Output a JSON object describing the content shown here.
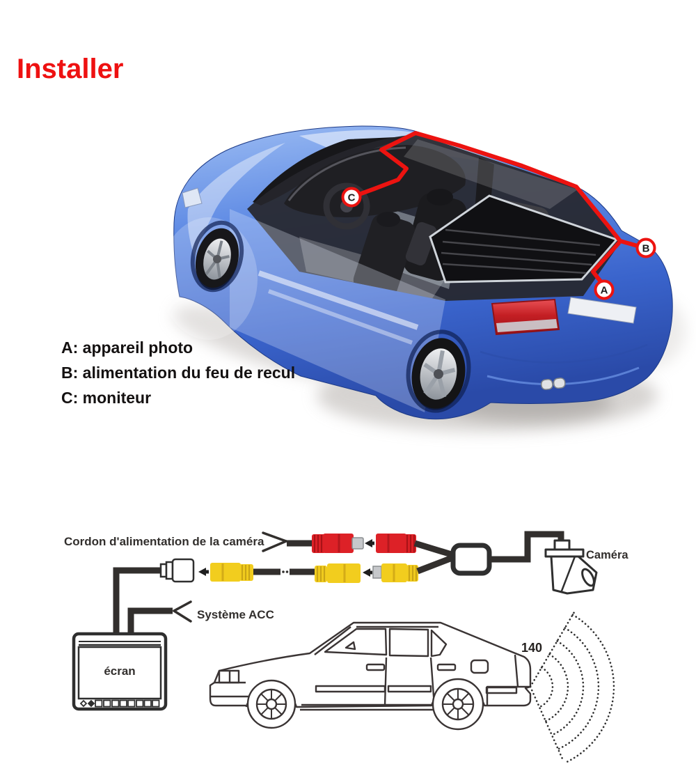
{
  "title": {
    "label": "Installer",
    "color": "#ee1111"
  },
  "diagram_top": {
    "markers": {
      "a": "A",
      "b": "B",
      "c": "C"
    },
    "legend": {
      "line_a": "A: appareil photo",
      "line_b": "B: alimentation du feu de recul",
      "line_c": "C: moniteur"
    },
    "accent_red": "#ec1310",
    "car_blue": "#4a74d8"
  },
  "diagram_bottom": {
    "camera_cord_label": "Cordon d'alimentation de la caméra",
    "acc_label": "Système ACC",
    "screen_label": "écran",
    "camera_label": "Caméra",
    "fov_angle": "140",
    "colors": {
      "rca_red": "#dd2127",
      "rca_red_dark": "#a91217",
      "rca_yellow": "#f2cd1e",
      "rca_yellow_dark": "#c9a416",
      "line": "#322f2d",
      "silver": "#c6c8cb"
    }
  }
}
